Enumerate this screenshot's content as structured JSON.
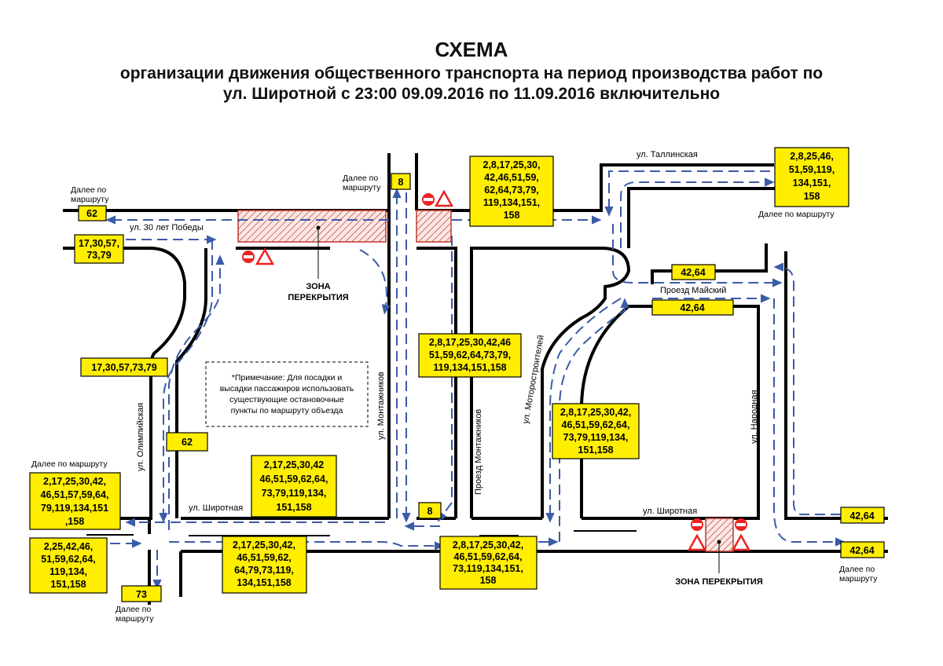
{
  "header": {
    "title": "СХЕМА",
    "subtitle_line1": "организации движения общественного транспорта на период производства работ по",
    "subtitle_line2": "ул. Широтной с 23:00 09.09.2016 по 11.09.2016 включительно"
  },
  "streets": {
    "tallinskaya": "ул. Таллинская",
    "pobedy": "ул. 30 лет Победы",
    "maysky": "Проезд Майский",
    "montazhnikov": "ул. Монтажников",
    "proezd_montazhnikov": "Проезд Монтажников",
    "motorostroiteley": "ул. Моторостроителей",
    "olimpiyskaya": "ул. Олимпийская",
    "shirotnaya_west": "ул. Широтная",
    "shirotnaya_east": "ул. Широтная",
    "narodnaya": "ул. Народная"
  },
  "further": {
    "nw_1": "Далее по",
    "nw_2": "маршруту",
    "top_1": "Далее по",
    "top_2": "маршруту",
    "ne": "Далее по маршруту",
    "w": "Далее по маршруту",
    "sw_1": "Далее по",
    "sw_2": "маршруту",
    "se_1": "Далее по",
    "se_2": "маршруту"
  },
  "zones": {
    "north_1": "ЗОНА",
    "north_2": "ПЕРЕКРЫТИЯ",
    "south": "ЗОНА ПЕРЕКРЫТИЯ"
  },
  "note": {
    "l1": "*Примечание: Для посадки и",
    "l2": "высадки пассажиров использовать",
    "l3": "существующие остановочные",
    "l4": "пункты по маршруту объезда"
  },
  "boxes": {
    "b62_top": "62",
    "b17_l1": "17,30,57,",
    "b17_l2": "73,79",
    "b8_top": "8",
    "btc_l1": "2,8,17,25,30,",
    "btc_l2": "42,46,51,59,",
    "btc_l3": "62,64,73,79,",
    "btc_l4": "119,134,151,",
    "btc_l5": "158",
    "bne_l1": "2,8,25,46,",
    "bne_l2": "51,59,119,",
    "bne_l3": "134,151,",
    "bne_l4": "158",
    "b4264_a": "42,64",
    "b4264_b": "42,64",
    "bmid_l1": "2,8,17,25,30,42,46",
    "bmid_l2": "51,59,62,64,73,79,",
    "bmid_l3": "119,134,151,158",
    "b1730": "17,30,57,73,79",
    "b62_mid": "62",
    "bmot_l1": "2,8,17,25,30,42,",
    "bmot_l2": "46,51,59,62,64,",
    "bmot_l3": "73,79,119,134,",
    "bmot_l4": "151,158",
    "bw_l1": "2,17,25,30,42,",
    "bw_l2": "46,51,57,59,64,",
    "bw_l3": "79,119,134,151",
    "bw_l4": ",158",
    "bsh_l1": "2,17,25,30,42",
    "bsh_l2": "46,51,59,62,64,",
    "bsh_l3": "73,79,119,134,",
    "bsh_l4": "151,158",
    "b8_bot": "8",
    "bsw_l1": "2,25,42,46,",
    "bsw_l2": "51,59,62,64,",
    "bsw_l3": "119,134,",
    "bsw_l4": "151,158",
    "b73": "73",
    "bs1_l1": "2,17,25,30,42,",
    "bs1_l2": "46,51,59,62,",
    "bs1_l3": "64,79,73,119,",
    "bs1_l4": "134,151,158",
    "bs2_l1": "2,8,17,25,30,42,",
    "bs2_l2": "46,51,59,62,64,",
    "bs2_l3": "73,119,134,151,",
    "bs2_l4": "158",
    "b4264_c": "42,64",
    "b4264_d": "42,64"
  },
  "colors": {
    "box_fill": "#ffee00",
    "route_line": "#3a5ba8",
    "zone_stroke": "#c0392b",
    "road": "#000000"
  }
}
